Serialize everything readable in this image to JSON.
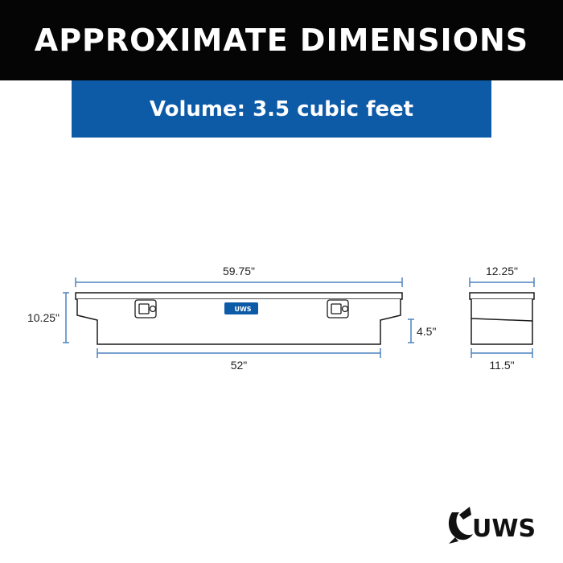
{
  "header": {
    "title": "APPROXIMATE DIMENSIONS"
  },
  "volume_banner": {
    "text": "Volume: 3.5 cubic feet"
  },
  "front_view": {
    "overall_length": "59.75\"",
    "bottom_length": "52\"",
    "overall_height": "10.25\"",
    "side_depth": "4.5\"",
    "badge_text": "UWS"
  },
  "side_view": {
    "top_width": "12.25\"",
    "bottom_width": "11.5\""
  },
  "brand": {
    "logo_text": "UWS"
  },
  "colors": {
    "banner_black": "#050505",
    "banner_blue": "#0d5aa7",
    "dimension_blue": "#4d82bf",
    "outline": "#1a1a1a"
  }
}
